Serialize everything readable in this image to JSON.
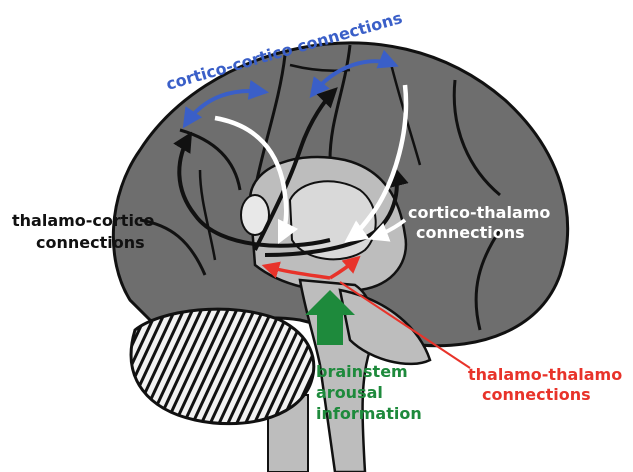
{
  "labels": {
    "cortico_cortico": "cortico-cortico connections",
    "thalamo_cortico_line1": "thalamo-cortico",
    "thalamo_cortico_line2": "connections",
    "cortico_thalamo_line1": "cortico-thalamo",
    "cortico_thalamo_line2": "connections",
    "thalamo_thalamo_line1": "thalamo-thalamo",
    "thalamo_thalamo_line2": "connections",
    "brainstem_line1": "brainstem",
    "brainstem_line2": "arousal",
    "brainstem_line3": "information"
  },
  "colors": {
    "cortico_cortico": "#3a5fc8",
    "thalamo_cortico": "#111111",
    "cortico_thalamo": "#ffffff",
    "thalamo_thalamo": "#e8332a",
    "brainstem": "#1e8a3c",
    "cortex_fill": "#6e6e6e",
    "inner_fill": "#bdbdbd",
    "outline": "#111111"
  }
}
